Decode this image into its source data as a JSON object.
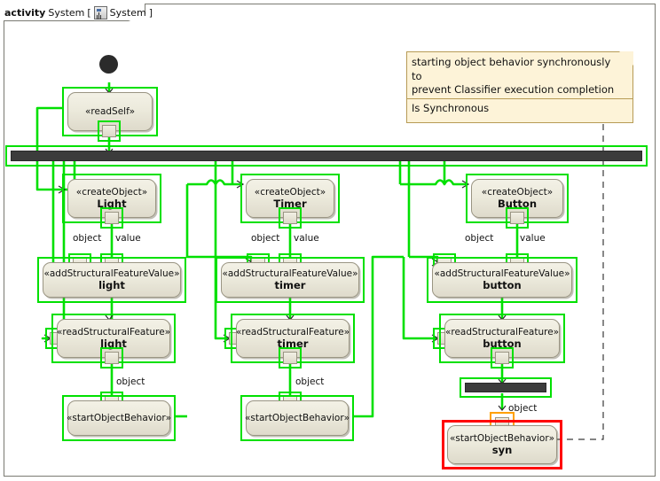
{
  "frame": {
    "keyword": "activity",
    "name": "System",
    "bracket_open": "[",
    "bracket_close": "]",
    "typed": "System",
    "icon": "class-diagram-icon"
  },
  "note": {
    "text_line1": "starting object behavior synchronously to",
    "text_line2": "prevent Classifier execution completion",
    "section_label": "Is Synchronous",
    "fill": "#fdf3d8",
    "border": "#b79b55"
  },
  "colors": {
    "selection_green": "#00e000",
    "selection_red": "#ff0000",
    "selection_orange": "#ffa000",
    "bar_black": "#3c3c3c",
    "node_fill": "#eceadc",
    "node_border": "#9a9583",
    "edge_green": "#00e000"
  },
  "nodes": {
    "initial": {
      "label": "",
      "kind": "initial-node"
    },
    "read_self": {
      "stereotype": "«readSelf»",
      "name": ""
    },
    "fork_main": {
      "label": "",
      "kind": "fork-bar"
    },
    "create_light": {
      "stereotype": "«createObject»",
      "name": "Light"
    },
    "create_timer": {
      "stereotype": "«createObject»",
      "name": "Timer"
    },
    "create_button": {
      "stereotype": "«createObject»",
      "name": "Button"
    },
    "asfv_light": {
      "stereotype": "«addStructuralFeatureValue»",
      "name": "light"
    },
    "asfv_timer": {
      "stereotype": "«addStructuralFeatureValue»",
      "name": "timer"
    },
    "asfv_button": {
      "stereotype": "«addStructuralFeatureValue»",
      "name": "button"
    },
    "rsf_light": {
      "stereotype": "«readStructuralFeature»",
      "name": "light"
    },
    "rsf_timer": {
      "stereotype": "«readStructuralFeature»",
      "name": "timer"
    },
    "rsf_button": {
      "stereotype": "«readStructuralFeature»",
      "name": "button"
    },
    "sob_light": {
      "stereotype": "«startObjectBehavior»",
      "name": ""
    },
    "sob_timer": {
      "stereotype": "«startObjectBehavior»",
      "name": ""
    },
    "sob_syn": {
      "stereotype": "«startObjectBehavior»",
      "name": "syn"
    },
    "fork_button": {
      "label": "",
      "kind": "fork-bar"
    }
  },
  "pins": {
    "object": "object",
    "value": "value"
  },
  "pin_labels": {
    "light_object": "object",
    "light_value": "value",
    "timer_object": "object",
    "timer_value": "value",
    "button_object": "object",
    "button_value": "value",
    "sob_light_object": "object",
    "sob_timer_object": "object",
    "sob_syn_object": "object"
  }
}
